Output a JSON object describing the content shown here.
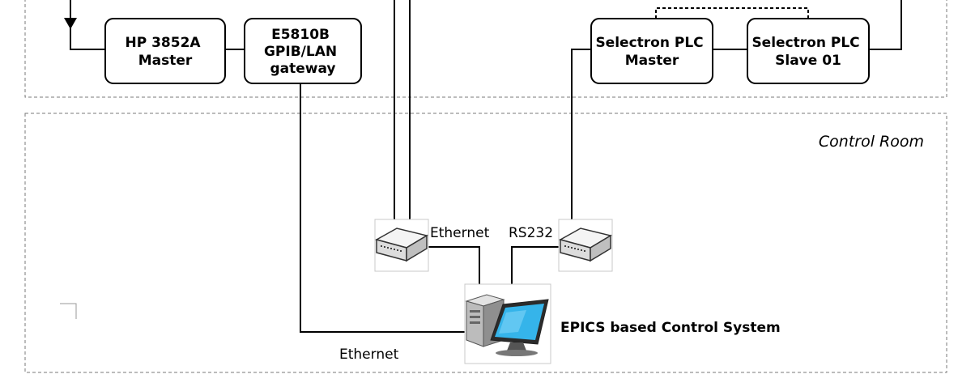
{
  "regions": {
    "upper": {
      "label": ""
    },
    "control_room": {
      "label": "Control Room"
    }
  },
  "devices": {
    "hp": {
      "line1": "HP 3852A",
      "line2": "Master"
    },
    "e5810": {
      "line1": "E5810B",
      "line2": "GPIB/LAN",
      "line3": "gateway"
    },
    "plc_master": {
      "line1": "Selectron PLC",
      "line2": "Master"
    },
    "plc_slave": {
      "line1": "Selectron PLC",
      "line2": "Slave 01"
    }
  },
  "connections": {
    "ethernet_switch": "Ethernet",
    "rs232_converter": "RS232",
    "ethernet_gateway": "Ethernet"
  },
  "system": {
    "label": "EPICS based Control System"
  },
  "icons": {
    "network_switch": "network-switch-icon",
    "serial_converter": "serial-converter-icon",
    "workstation": "computer-workstation-icon"
  }
}
